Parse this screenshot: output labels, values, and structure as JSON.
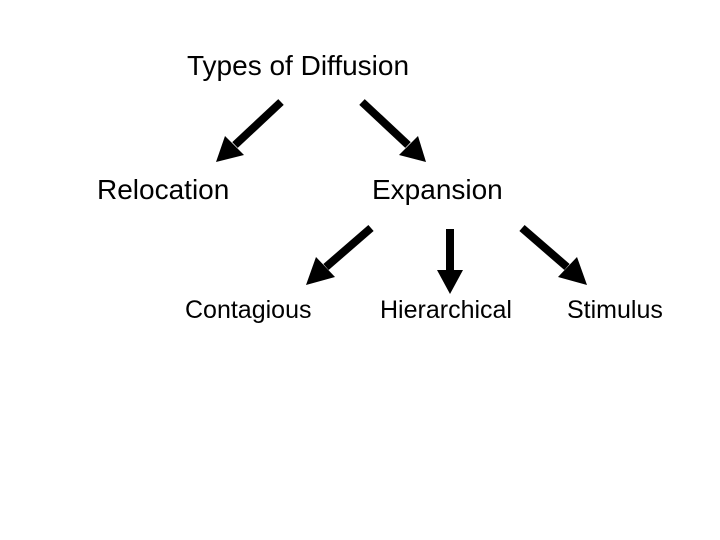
{
  "diagram": {
    "title": "Types of Diffusion",
    "level1": [
      {
        "label": "Relocation"
      },
      {
        "label": "Expansion"
      }
    ],
    "level2": [
      {
        "label": "Contagious"
      },
      {
        "label": "Hierarchical"
      },
      {
        "label": "Stimulus"
      }
    ],
    "colors": {
      "text": "#000000",
      "arrow": "#000000",
      "background": "#ffffff"
    }
  }
}
